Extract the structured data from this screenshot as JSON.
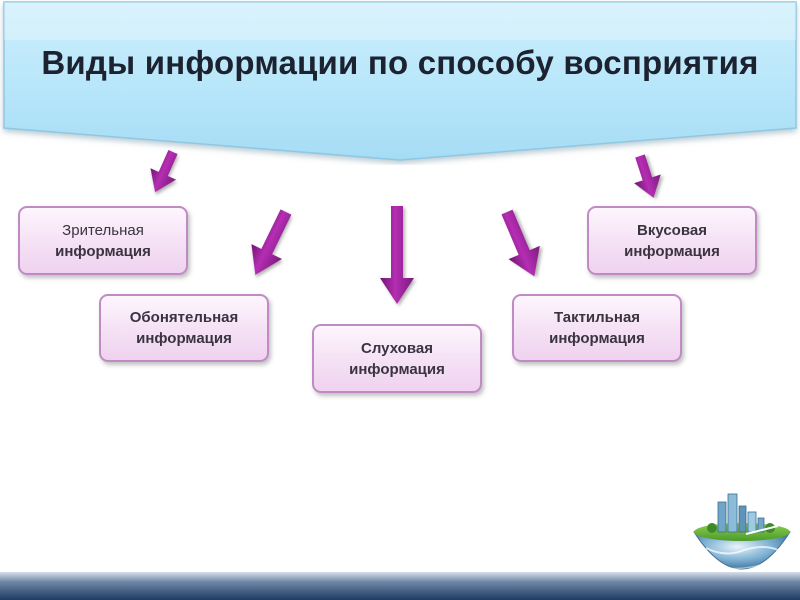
{
  "slide": {
    "title": "Виды информации по способу восприятия"
  },
  "boxes": [
    {
      "line1": "Зрительная",
      "line2": "информация"
    },
    {
      "line1": "Обонятельная",
      "line2": "информация"
    },
    {
      "line1": "Слуховая",
      "line2": "информация"
    },
    {
      "line1": "Тактильная",
      "line2": "информация"
    },
    {
      "line1": "Вкусовая",
      "line2": "информация"
    }
  ],
  "colors": {
    "banner": "#bfe9fb",
    "box_border": "#c08ac4",
    "box_fill": "#f6e4f6",
    "arrow": "#a0249e",
    "title": "#1c2230"
  },
  "decor": {
    "globe_icon": "globe-with-city-icon"
  }
}
